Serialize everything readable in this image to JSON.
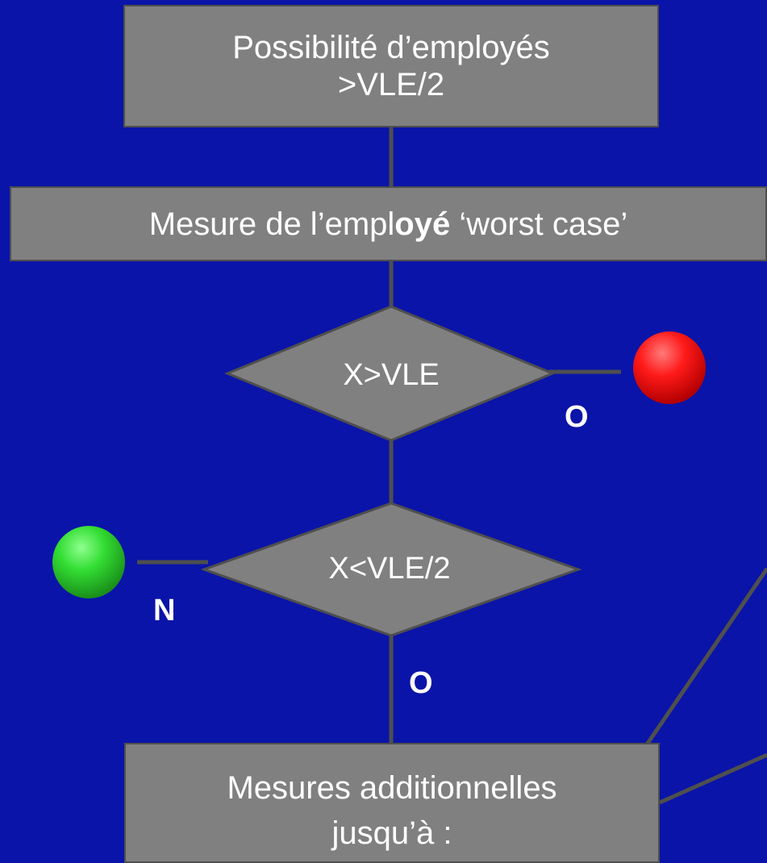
{
  "nodes": {
    "top_box": {
      "line1": "Possibilité d’employés",
      "line2": ">VLE/2"
    },
    "measure_box": {
      "prefix": "Mesure de l’empl",
      "bold": "oyé",
      "suffix": " ‘worst case’"
    },
    "decision_1": {
      "label": "X>VLE"
    },
    "decision_2": {
      "label": "X<VLE/2"
    },
    "bottom_box": {
      "line1": "Mesures additionnelles",
      "line2": "jusqu’à :"
    }
  },
  "branches": {
    "decision_1_yes": "O",
    "decision_2_no": "N",
    "decision_2_yes": "O"
  },
  "colors": {
    "background": "#0A14A8",
    "box_fill": "#808080",
    "connector": "#4f4f4f",
    "result_fail": "#ff1a1a",
    "result_pass": "#33dd33"
  }
}
